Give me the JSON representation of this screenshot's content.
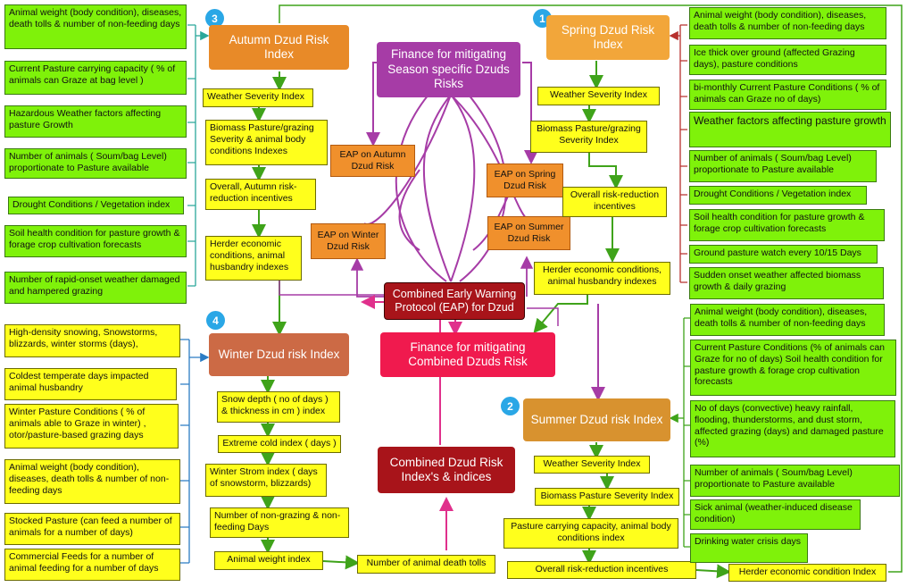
{
  "core": {
    "finance_season": "Finance for mitigating Season specific Dzuds Risks",
    "combined_eap": "Combined Early Warning Protocol (EAP) for Dzud",
    "finance_combined": "Finance for mitigating Combined Dzuds Risk",
    "combined_index": "Combined Dzud Risk Index's & indices"
  },
  "eap": {
    "autumn": "EAP on Autumn Dzud Risk",
    "spring": "EAP on Spring Dzud Risk",
    "winter": "EAP on Winter Dzud Risk",
    "summer": "EAP on Summer Dzud Risk"
  },
  "autumn": {
    "number": "3",
    "title": "Autumn Dzud Risk Index",
    "chain": [
      "Weather Severity Index",
      "Biomass Pasture/grazing Severity & animal body conditions Indexes",
      "Overall, Autumn risk-reduction incentives",
      "Herder economic conditions, animal husbandry indexes"
    ],
    "factors": [
      "Animal weight (body condition), diseases, death tolls & number of non-feeding days",
      "Current Pasture carrying capacity ( % of animals can Graze at bag level )",
      "Hazardous Weather factors affecting pasture Growth",
      "Number of animals ( Soum/bag Level) proportionate to Pasture available",
      "Drought Conditions / Vegetation index",
      "Soil health condition for pasture growth & forage crop cultivation forecasts",
      "Number of rapid-onset weather damaged and hampered grazing"
    ]
  },
  "spring": {
    "number": "1",
    "title": "Spring Dzud Risk Index",
    "chain": [
      "Weather Severity Index",
      "Biomass Pasture/grazing Severity Index",
      "Overall risk-reduction incentives",
      "Herder economic conditions, animal husbandry indexes"
    ],
    "factors": [
      "Animal weight (body condition), diseases, death tolls & number of non-feeding days",
      "Ice thick over ground (affected Grazing days), pasture conditions",
      "bi-monthly Current Pasture Conditions ( % of animals can Graze no of days)",
      "Weather factors affecting pasture growth",
      "Number of animals ( Soum/bag Level) proportionate to Pasture available",
      "Drought Conditions / Vegetation index",
      "Soil health condition for pasture growth & forage crop cultivation forecasts",
      "Ground pasture watch every 10/15 Days",
      "Sudden onset weather affected biomass growth & daily grazing"
    ]
  },
  "winter": {
    "number": "4",
    "title": "Winter Dzud risk Index",
    "chain": [
      "Snow depth ( no of days ) & thickness in cm ) index",
      "Extreme cold index ( days )",
      "Winter Strom index ( days of snowstorm, blizzards)",
      "Number of non-grazing & non-feeding Days",
      "Animal weight index",
      "Number of animal death tolls"
    ],
    "factors": [
      "High-density snowing, Snowstorms, blizzards, winter storms (days),",
      "Coldest temperate days impacted animal husbandry",
      "Winter Pasture Conditions ( % of animals able to Graze in winter) , otor/pasture-based grazing days",
      "Animal weight (body condition), diseases, death tolls & number of non-feeding days",
      "Stocked Pasture (can feed a number of animals for a number of days)",
      "Commercial Feeds for a number of animal feeding for a number of days"
    ]
  },
  "summer": {
    "number": "2",
    "title": "Summer Dzud risk Index",
    "chain": [
      "Weather Severity Index",
      "Biomass Pasture Severity Index",
      "Pasture carrying capacity, animal body conditions index",
      "Overall risk-reduction incentives",
      "Herder economic condition Index"
    ],
    "factors": [
      "Animal weight (body condition), diseases, death tolls & number of non-feeding days",
      "Current Pasture Conditions (% of animals can Graze for no of days) Soil health condition for pasture growth & forage crop cultivation forecasts",
      "No of days (convective) heavy rainfall, flooding, thunderstorms, and dust storm, affected grazing (days) and damaged pasture (%)",
      "Number of animals ( Soum/bag Level) proportionate to Pasture available",
      "Sick animal (weather-induced disease condition)",
      "Drinking water crisis days"
    ]
  },
  "colors": {
    "factor_green": "#7ff20a",
    "chain_yellow": "#ffff1c",
    "season_orange": "#e88a28",
    "finance_purple": "#a63ca6",
    "eap_red": "#a8141a",
    "finance_pink": "#f01a4e",
    "badge_blue": "#2aa7e6"
  }
}
